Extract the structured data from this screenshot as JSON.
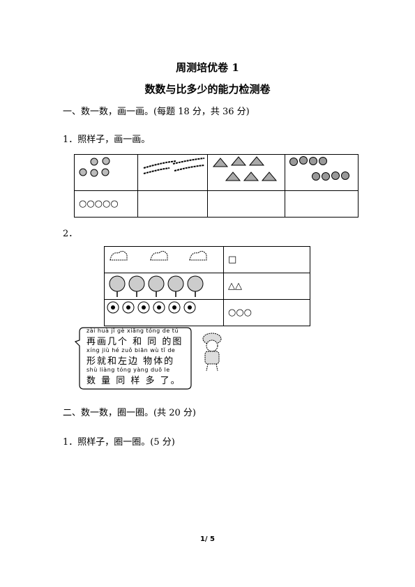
{
  "header": {
    "title": "周测培优卷 1",
    "subtitle": "数数与比多少的能力检测卷"
  },
  "section1": {
    "heading": "一、数一数，画一画。(每题 18 分，共 36 分)",
    "q1": {
      "label": "1．照样子，画一画。",
      "pictures": [
        "ball-icon",
        "branch-icon",
        "cake-slice-icon",
        "round-fruit-icon"
      ],
      "answers": [
        "○○○○○",
        "",
        "",
        ""
      ]
    },
    "q2": {
      "label": "2．",
      "rows": [
        {
          "picture": "cloud-icon",
          "answer": "□"
        },
        {
          "picture": "tree-icon",
          "answer": "△△"
        },
        {
          "picture": "football-icon",
          "answer": "○○○"
        }
      ],
      "bubble": {
        "pinyin": [
          "zài huà jǐ gè xiāng tóng de tú",
          "xíng jiù hé zuǒ biān wù tǐ de",
          "shù liàng tóng yàng duō le"
        ],
        "text": [
          "再画几个 和 同 的图",
          "形就和左边 物体的",
          "数 量 同 样 多 了。"
        ]
      }
    }
  },
  "section2": {
    "heading": "二、数一数，圈一圈。(共 20 分)",
    "q1": {
      "label": "1．照样子，圈一圈。(5 分)"
    }
  },
  "footer": {
    "page": "1/ 5"
  }
}
